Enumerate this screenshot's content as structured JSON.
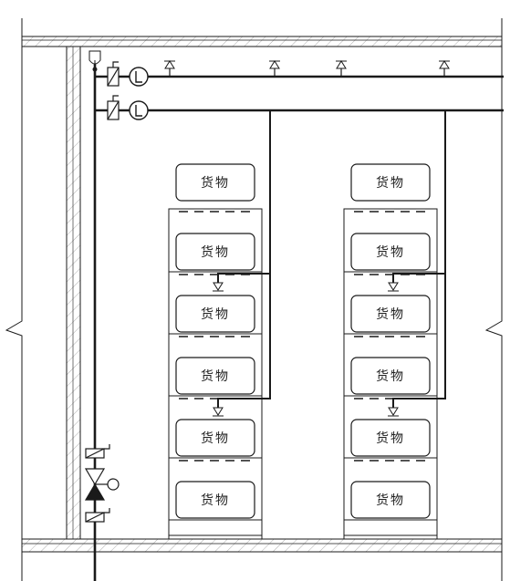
{
  "cargo_label": "货物",
  "rack_columns": [
    {
      "id": "left",
      "boxes": [
        "货物",
        "货物",
        "货物",
        "货物",
        "货物",
        "货物"
      ]
    },
    {
      "id": "right",
      "boxes": [
        "货物",
        "货物",
        "货物",
        "货物",
        "货物",
        "货物"
      ]
    }
  ],
  "upper_sprinkler_count": 4,
  "inrack_sprinkler_count": 4,
  "colors": {
    "line": "#1a1a1a",
    "hatch": "#888888",
    "background": "#ffffff"
  }
}
